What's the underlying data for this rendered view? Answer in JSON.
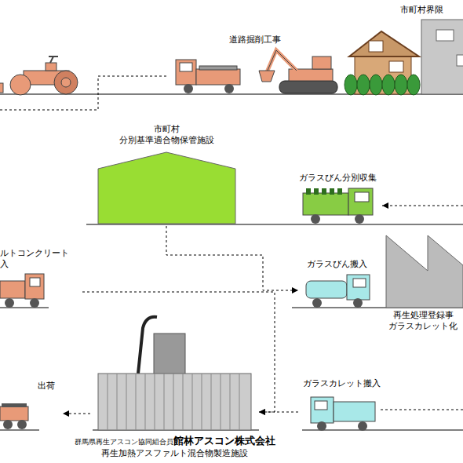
{
  "diagram": {
    "nodes": [
      {
        "text": [
          "道路掘削工事"
        ]
      },
      {
        "text": [
          "市町村界限"
        ]
      },
      {
        "text": [
          "市町村 分別基準適合物保管施設"
        ]
      },
      {
        "text": [
          "ガラスびん分別収集"
        ]
      },
      {
        "text": [
          "ガラスびん搬入"
        ]
      },
      {
        "text": [
          "再生処理登録事 ガラスカレット化"
        ]
      },
      {
        "text": [
          "ルトコンクリート 入"
        ]
      },
      {
        "text": [
          "群馬県再生アスコン協同組合員",
          "館林アスコン株式会社",
          "再生加熱アスファルト混合物製造施設"
        ]
      },
      {
        "text": [
          "出荷"
        ]
      },
      {
        "text": [
          "ガラスカレット搬入"
        ]
      }
    ],
    "edges": [
      {
        "from": 2,
        "to": 4,
        "arrow": "to"
      },
      {
        "from": 6,
        "to": 7,
        "arrow": "to"
      },
      {
        "from": 7,
        "to": 8,
        "arrow": "to"
      },
      {
        "from": 9,
        "to": 7,
        "arrow": "to"
      }
    ]
  }
}
